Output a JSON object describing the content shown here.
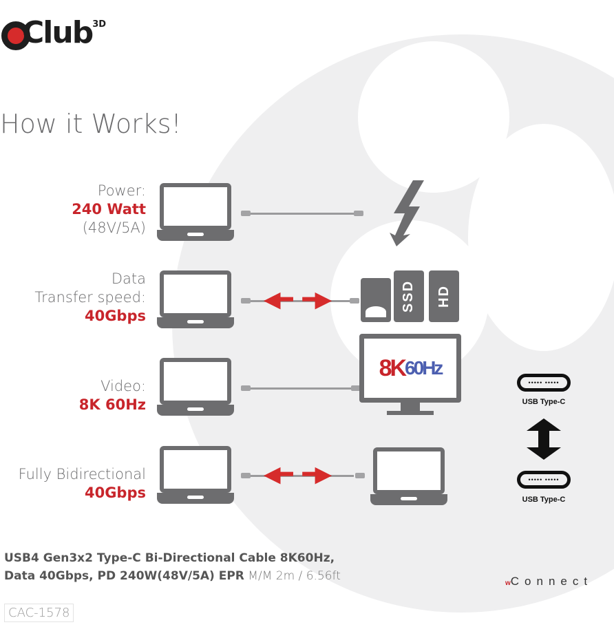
{
  "brand": {
    "name": "Club",
    "superscript": "3D"
  },
  "title": "How it Works!",
  "rows": [
    {
      "label": "Power:",
      "highlight": "240 Watt",
      "sub": "(48V/5A)",
      "target": "lightning-bolt"
    },
    {
      "label": "Data",
      "label2": "Transfer speed:",
      "highlight": "40Gbps",
      "target": "storage-devices"
    },
    {
      "label": "Video:",
      "highlight": "8K 60Hz",
      "target": "monitor"
    },
    {
      "label": "Fully Bidirectional",
      "highlight": "40Gbps",
      "target": "laptop"
    }
  ],
  "storage": {
    "ssd": "SSD",
    "hd": "HD"
  },
  "monitor_text": {
    "res": "8K",
    "hz": "60Hz"
  },
  "connectors": {
    "top": "USB Type-C",
    "bottom": "USB Type-C",
    "pins": "••••• •••••"
  },
  "product": {
    "line1": "USB4 Gen3x2 Type-C Bi-Directional Cable 8K60Hz,",
    "line2_bold": "Data 40Gbps, PD 240W(48V/5A) EPR",
    "line2_thin": " M/M 2m / 6.56ft",
    "sku": "CAC-1578"
  },
  "partner_logo": {
    "prefix": "w",
    "text": "Connect"
  },
  "colors": {
    "accent": "#c8252b",
    "icon": "#6d6d6f",
    "bg_circle": "#efeff0"
  }
}
